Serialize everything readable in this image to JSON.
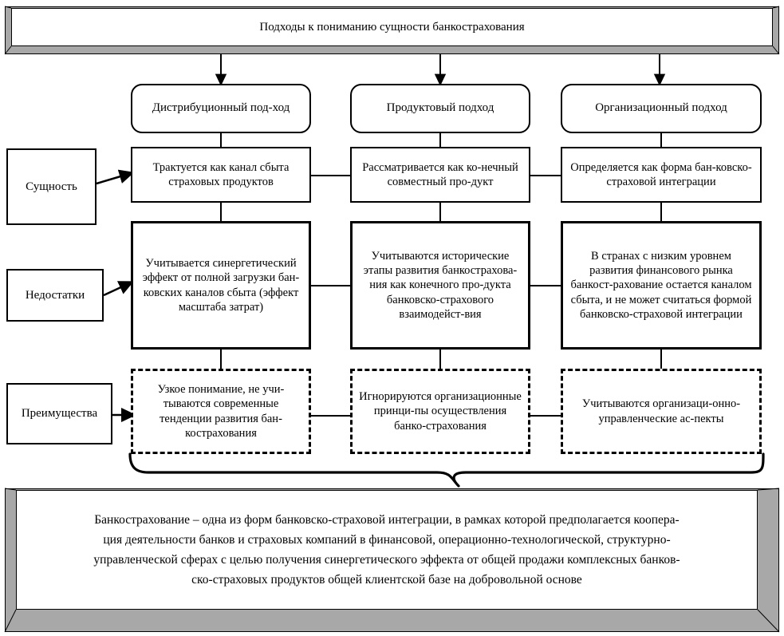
{
  "title_banner": {
    "text": "Подходы к пониманию сущности банкострахования"
  },
  "approaches": [
    {
      "label": "Дистрибуционный под-ход"
    },
    {
      "label": "Продуктовый подход"
    },
    {
      "label": "Организационный подход"
    }
  ],
  "row_labels": [
    {
      "label": "Сущность"
    },
    {
      "label": "Недостатки"
    },
    {
      "label": "Преимущества"
    }
  ],
  "rows": {
    "essence": [
      {
        "text": "Трактуется как канал сбыта страховых продуктов"
      },
      {
        "text": "Рассматривается как ко-нечный совместный про-дукт"
      },
      {
        "text": "Определяется как форма бан-ковско-страховой интеграции"
      }
    ],
    "disadvantages": [
      {
        "text": "Учитывается синергетический эффект от полной загрузки бан-ковских каналов сбыта (эффект масштаба затрат)"
      },
      {
        "text": "Учитываются исторические этапы развития  банкострахова-ния как конечного про-дукта банковско-страхового взаимодейст-вия"
      },
      {
        "text": "В странах с низким уровнем развития финансового рынка банкост-рахование остается каналом сбыта, и не может считаться формой банковско-страховой интеграции"
      }
    ],
    "advantages": [
      {
        "text": "Узкое понимание, не учи-тываются современные тенденции развития бан-кострахования"
      },
      {
        "text": "Игнорируются организационные принци-пы осуществления банко-страхования"
      },
      {
        "text": "Учитываются организаци-онно-управленческие ас-пекты"
      }
    ]
  },
  "summary": {
    "lines": [
      "Банкострахование – одна из форм банковско-страховой интеграции, в рамках которой предполагается коопера-",
      "ция  деятельности банков и страховых компаний в финансовой, операционно-технологической, структурно-",
      "управленческой сферах с целью получения синергетического эффекта от общей продажи комплексных банков-",
      "ско-страховых продуктов общей клиентской базе на добровольной основе"
    ]
  },
  "colors": {
    "line": "#000000",
    "bevel_shadow": "#a8a8a8",
    "bevel_shadow_dark": "#8f8f8f",
    "face": "#ffffff"
  }
}
